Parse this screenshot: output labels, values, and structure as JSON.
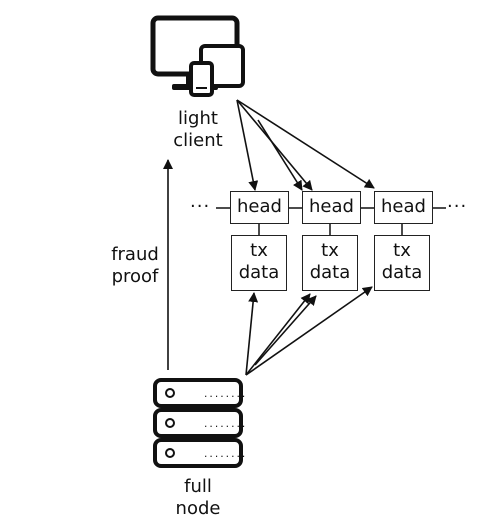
{
  "light_client": {
    "line1": "light",
    "line2": "client"
  },
  "full_node": {
    "line1": "full",
    "line2": "node"
  },
  "fraud_proof": {
    "line1": "fraud",
    "line2": "proof"
  },
  "blocks": [
    {
      "head": "head",
      "tx1": "tx",
      "tx2": "data"
    },
    {
      "head": "head",
      "tx1": "tx",
      "tx2": "data"
    },
    {
      "head": "head",
      "tx1": "tx",
      "tx2": "data"
    }
  ],
  "ellipsis_left": "···",
  "ellipsis_right": "···",
  "icons": {
    "client": "devices-icon",
    "node": "server-rack-icon"
  }
}
